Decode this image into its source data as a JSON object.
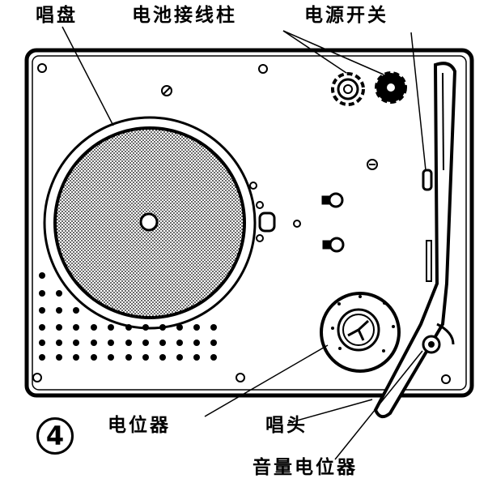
{
  "figure": {
    "number": "4",
    "subject": "record player top view"
  },
  "labels": {
    "turntable": "唱盘",
    "battery_terminals": "电池接线柱",
    "power_switch": "电源开关",
    "potentiometer": "电位器",
    "pickup_head": "唱头",
    "volume_potentiometer": "音量电位器"
  },
  "colors": {
    "ink": "#000000",
    "paper": "#ffffff",
    "platter_dots": "#888888"
  }
}
